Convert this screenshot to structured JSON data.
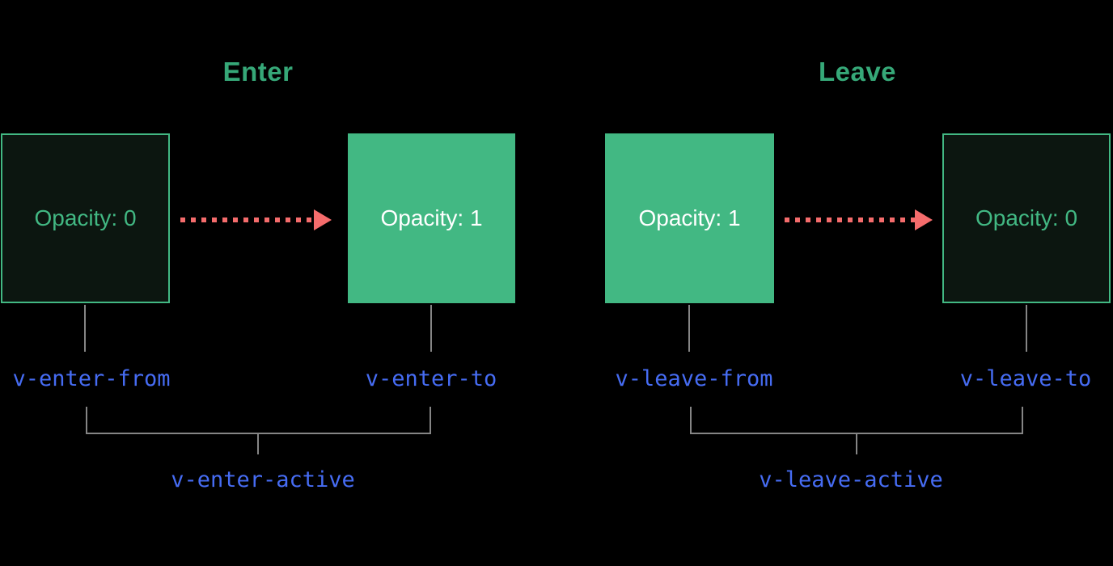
{
  "colors": {
    "bg": "#000000",
    "green": "#42b883",
    "dark-fill": "#0c1610",
    "title-green": "#36a878",
    "arrow-red": "#f56c6c",
    "label-blue": "#466cf3",
    "line-gray": "#858585"
  },
  "groups": [
    {
      "title": "Enter",
      "from_box": {
        "label": "Opacity: 0",
        "style": "faded"
      },
      "to_box": {
        "label": "Opacity: 1",
        "style": "solid"
      },
      "from_class_label": "v-enter-from",
      "to_class_label": "v-enter-to",
      "active_class_label": "v-enter-active"
    },
    {
      "title": "Leave",
      "from_box": {
        "label": "Opacity: 1",
        "style": "solid"
      },
      "to_box": {
        "label": "Opacity: 0",
        "style": "faded"
      },
      "from_class_label": "v-leave-from",
      "to_class_label": "v-leave-to",
      "active_class_label": "v-leave-active"
    }
  ]
}
